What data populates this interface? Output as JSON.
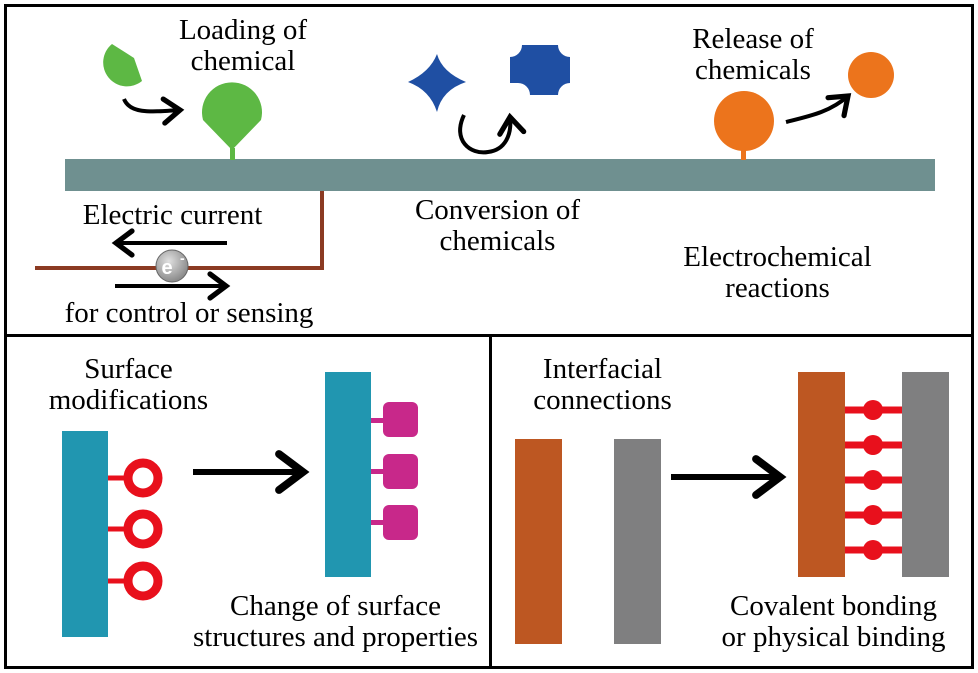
{
  "top_panel": {
    "loading": [
      "Loading of",
      "chemical"
    ],
    "conversion": [
      "Conversion of",
      "chemicals"
    ],
    "release": [
      "Release of",
      "chemicals"
    ],
    "electric_current": "Electric current",
    "control": "for control or sensing",
    "electrochemical": [
      "Electrochemical",
      "reactions"
    ],
    "electron_symbol": "e",
    "electron_charge": "-"
  },
  "bottom_left": {
    "title": [
      "Surface",
      "modifications"
    ],
    "caption": [
      "Change of surface",
      "structures and properties"
    ]
  },
  "bottom_right": {
    "title": [
      "Interfacial",
      "connections"
    ],
    "caption": [
      "Covalent bonding",
      "or physical binding"
    ]
  },
  "colors": {
    "electrode": "#6f9090",
    "green": "#5db844",
    "blue": "#1f4fa3",
    "orange": "#ec741c",
    "wire": "#8b3a22",
    "teal": "#2196b0",
    "red": "#e8101c",
    "magenta": "#c8288a",
    "brown": "#bd5722",
    "gray": "#7f7f80"
  }
}
